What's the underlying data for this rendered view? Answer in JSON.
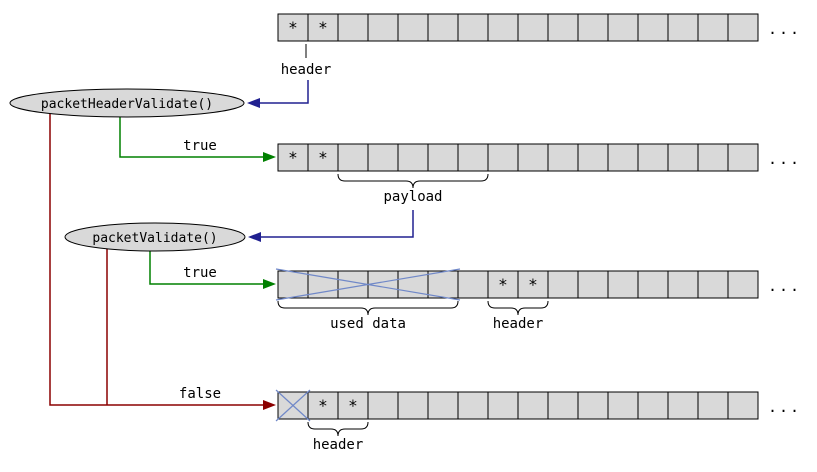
{
  "nodes": {
    "packet_header_validate": "packetHeaderValidate()",
    "packet_validate": "packetValidate()"
  },
  "edge_labels": {
    "true_from_header_validate": "true",
    "true_from_packet_validate": "true",
    "false_branch": "false"
  },
  "annotations": {
    "row1_header": "header"
  },
  "star_char": "*",
  "cells_per_row": 16,
  "rows": [
    {
      "name": "incoming-packet",
      "stars": [
        0,
        1
      ],
      "crossed_ranges": [],
      "braces": [],
      "ellipsis": "..."
    },
    {
      "name": "validated-header-packet",
      "stars": [
        0,
        1
      ],
      "crossed_ranges": [],
      "braces": [
        {
          "from": 2,
          "to": 6,
          "label": "payload"
        }
      ],
      "ellipsis": "..."
    },
    {
      "name": "consumed-packet",
      "stars": [
        7,
        8
      ],
      "crossed_ranges": [
        [
          0,
          5
        ]
      ],
      "braces": [
        {
          "from": 0,
          "to": 5,
          "label": "used data"
        },
        {
          "from": 7,
          "to": 8,
          "label": "header"
        }
      ],
      "ellipsis": "..."
    },
    {
      "name": "resync-packet",
      "stars": [
        1,
        2
      ],
      "crossed_ranges": [
        [
          0,
          0
        ]
      ],
      "braces": [
        {
          "from": 1,
          "to": 2,
          "label": "header"
        }
      ],
      "ellipsis": "..."
    }
  ],
  "colors": {
    "cell_fill": "#d9d9d9",
    "cell_stroke": "#000000",
    "node_fill": "#d9d9d9",
    "node_stroke": "#000000",
    "true_arrow": "#008000",
    "false_arrow": "#8b0000",
    "callback_arrow": "#202090",
    "cross": "#7088c8",
    "text": "#000000"
  }
}
